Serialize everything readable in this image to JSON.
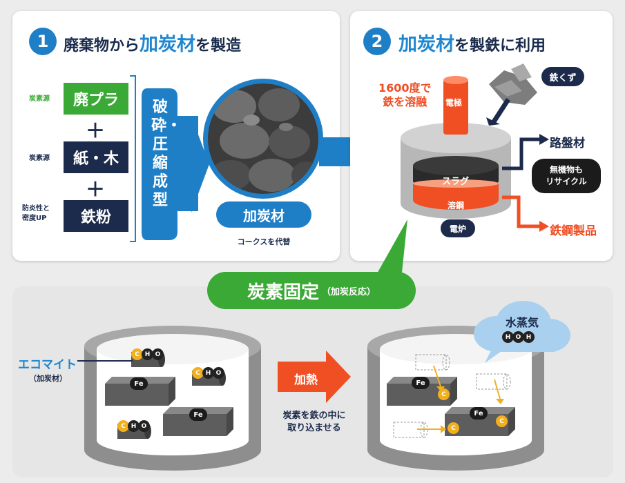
{
  "step1": {
    "number": "1",
    "title_pre": "廃棄物から",
    "title_highlight": "加炭材",
    "title_post": "を製造"
  },
  "step2": {
    "number": "2",
    "title_highlight": "加炭材",
    "title_post": "を製鉄に利用"
  },
  "inputs": [
    {
      "role": "炭素源",
      "label": "廃プラ",
      "color": "#3aa935"
    },
    {
      "role": "炭素源",
      "label": "紙・木",
      "color": "#1c2b4b"
    },
    {
      "role": "防炎性と\n密度UP",
      "label": "鉄粉",
      "color": "#1c2b4b"
    }
  ],
  "plus": "＋",
  "process_label": "破砕・圧縮成型",
  "product": {
    "label": "加炭材",
    "caption": "コークスを代替"
  },
  "furnace": {
    "temp_note": "1600度で\n鉄を溶融",
    "electrode": "電極",
    "scrap": "鉄くず",
    "slag": "スラグ",
    "molten_steel": "溶鋼",
    "furnace_label": "電炉",
    "out_road": "路盤材",
    "inorganic_recycle": "無機物も\nリサイクル",
    "out_steel": "鉄鋼製品"
  },
  "carbon_fixation": {
    "main": "炭素固定",
    "sub": "（加炭反応）"
  },
  "bottom": {
    "ecomite": "エコマイト",
    "ecomite_sub": "（加炭材）",
    "heat": "加熱",
    "heat_caption": "炭素を鉄の中に\n取り込ませる",
    "steam": "水蒸気",
    "atoms": {
      "C": "C",
      "H": "H",
      "O": "O",
      "Fe": "Fe"
    }
  },
  "colors": {
    "blue": "#1f7fc6",
    "navy": "#1c2b4b",
    "green": "#3aa935",
    "orange": "#f04e23",
    "red": "#e8452a",
    "cloud": "#a9d0ee"
  }
}
